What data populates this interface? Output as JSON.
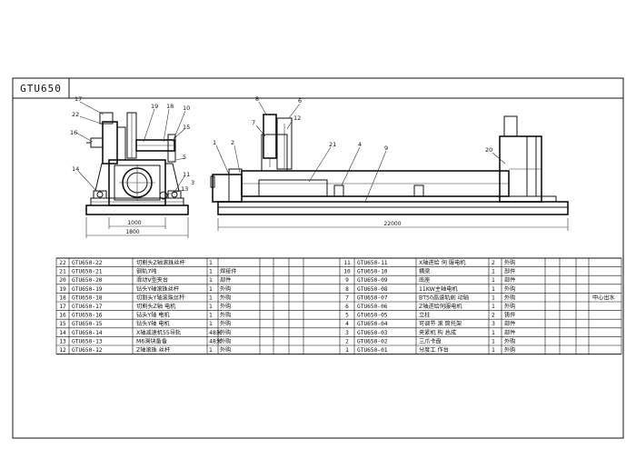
{
  "title": "GTU650",
  "dimensions": {
    "front_width": "1000",
    "front_total": "1800",
    "side_length": "22000"
  },
  "front_view_labels": [
    "17",
    "22",
    "16",
    "14",
    "19",
    "18",
    "10",
    "15",
    "5",
    "11",
    "13",
    "3"
  ],
  "side_view_labels": [
    "1",
    "2",
    "8",
    "6",
    "7",
    "12",
    "21",
    "4",
    "9",
    "20"
  ],
  "parts_left": [
    {
      "no": "22",
      "code": "GTU650-22",
      "name": "切割头Z轴滚珠丝杆",
      "qty": "1",
      "note": ""
    },
    {
      "no": "21",
      "code": "GTU650-21",
      "name": "钢轨7吨",
      "qty": "1",
      "note": "焊接件"
    },
    {
      "no": "20",
      "code": "GTU650-20",
      "name": "滑动V型夹台",
      "qty": "1",
      "note": "部件"
    },
    {
      "no": "19",
      "code": "GTU650-19",
      "name": "钻头Y轴滚珠丝杆",
      "qty": "1",
      "note": "外购"
    },
    {
      "no": "18",
      "code": "GTU650-18",
      "name": "切割头Y轴滚珠丝杆",
      "qty": "1",
      "note": "外购"
    },
    {
      "no": "17",
      "code": "GTU650-17",
      "name": "切割头Z轴 电机",
      "qty": "1",
      "note": "外购"
    },
    {
      "no": "16",
      "code": "GTU650-16",
      "name": "钻头Y轴 电机",
      "qty": "1",
      "note": "外购"
    },
    {
      "no": "15",
      "code": "GTU650-15",
      "name": "钻头Y轴 电机",
      "qty": "1",
      "note": "外购"
    },
    {
      "no": "14",
      "code": "GTU650-14",
      "name": "X轴减速机55导轨",
      "qty": "48米",
      "note": "外购"
    },
    {
      "no": "13",
      "code": "GTU650-13",
      "name": "M6滑块备备",
      "qty": "48米",
      "note": "外购"
    },
    {
      "no": "12",
      "code": "GTU650-12",
      "name": "Z轴滚珠 丝杆",
      "qty": "1",
      "note": "外购"
    }
  ],
  "parts_right": [
    {
      "no": "11",
      "code": "GTU650-11",
      "name": "X轴进给 伺 服电机",
      "qty": "2",
      "note": "外购"
    },
    {
      "no": "10",
      "code": "GTU650-10",
      "name": "横梁",
      "qty": "1",
      "note": "部件"
    },
    {
      "no": "9",
      "code": "GTU650-09",
      "name": "底座",
      "qty": "1",
      "note": "部件"
    },
    {
      "no": "8",
      "code": "GTU650-08",
      "name": "11KW主轴电机",
      "qty": "1",
      "note": "外购"
    },
    {
      "no": "7",
      "code": "GTU650-07",
      "name": "BT50高速轨削 动轴",
      "qty": "1",
      "note": "外购",
      "extra": "中心出水"
    },
    {
      "no": "6",
      "code": "GTU650-06",
      "name": "Z轴进给伺服电机",
      "qty": "1",
      "note": "外购"
    },
    {
      "no": "5",
      "code": "GTU650-05",
      "name": "立柱",
      "qty": "2",
      "note": "铸件"
    },
    {
      "no": "4",
      "code": "GTU650-04",
      "name": "可调节 滚 筒托架",
      "qty": "3",
      "note": "部件"
    },
    {
      "no": "3",
      "code": "GTU650-03",
      "name": "夹紧机 构 总成",
      "qty": "1",
      "note": "部件"
    },
    {
      "no": "2",
      "code": "GTU650-02",
      "name": "三爪卡盘",
      "qty": "1",
      "note": "外购"
    },
    {
      "no": "1",
      "code": "GTU650-01",
      "name": "分度工 作台",
      "qty": "1",
      "note": "外购"
    }
  ]
}
